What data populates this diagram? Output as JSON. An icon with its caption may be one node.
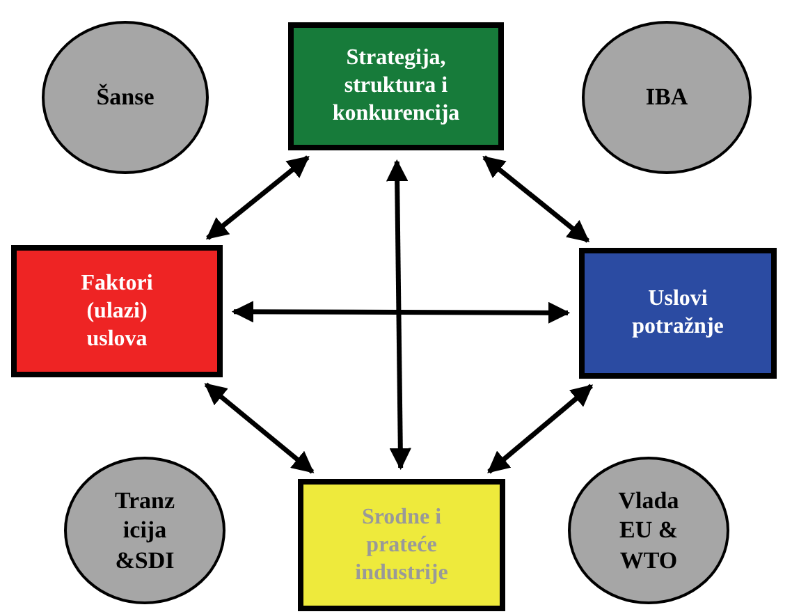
{
  "diagram": {
    "nodes": [
      {
        "text": [
          "Šanse"
        ]
      },
      {
        "text": [
          "Strategija, struktura i konkurencija"
        ]
      },
      {
        "text": [
          "IBA"
        ]
      },
      {
        "text": [
          "Faktori (ulazi) uslova"
        ]
      },
      {
        "text": [
          "Uslovi potražnje"
        ]
      },
      {
        "text": [
          "Tranz icija &SDI"
        ]
      },
      {
        "text": [
          "Srodne i prateće industrije"
        ]
      },
      {
        "text": [
          "Vlada EU & WTO"
        ]
      }
    ],
    "edges": [
      {
        "from": 3,
        "to": 1,
        "arrow": "both"
      },
      {
        "from": 1,
        "to": 4,
        "arrow": "both"
      },
      {
        "from": 3,
        "to": 4,
        "arrow": "both"
      },
      {
        "from": 1,
        "to": 6,
        "arrow": "both"
      },
      {
        "from": 3,
        "to": 6,
        "arrow": "both"
      },
      {
        "from": 4,
        "to": 6,
        "arrow": "both"
      }
    ]
  }
}
